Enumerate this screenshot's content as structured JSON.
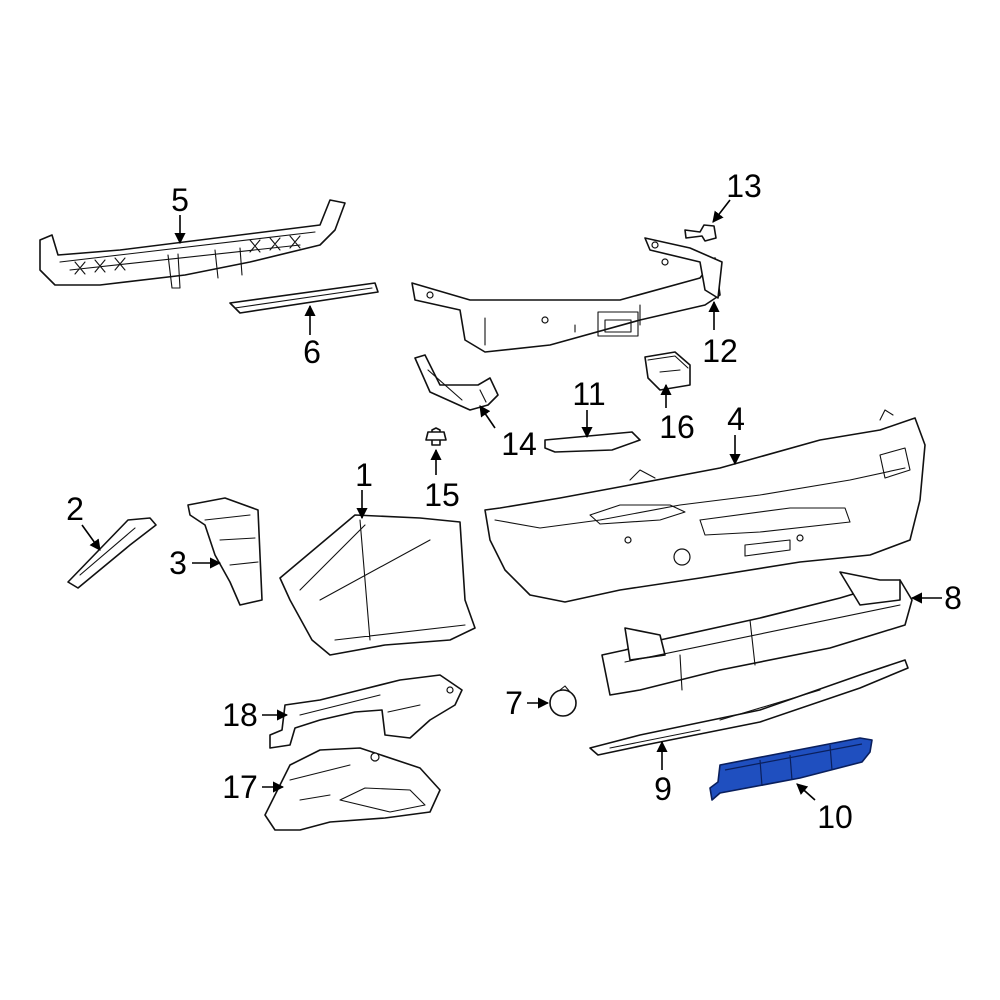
{
  "diagram": {
    "highlight_color": "#1f4fbf",
    "line_color": "#111111",
    "callouts": [
      {
        "id": "c1",
        "label": "1"
      },
      {
        "id": "c2",
        "label": "2"
      },
      {
        "id": "c3",
        "label": "3"
      },
      {
        "id": "c4",
        "label": "4"
      },
      {
        "id": "c5",
        "label": "5"
      },
      {
        "id": "c6",
        "label": "6"
      },
      {
        "id": "c7",
        "label": "7"
      },
      {
        "id": "c8",
        "label": "8"
      },
      {
        "id": "c9",
        "label": "9"
      },
      {
        "id": "c10",
        "label": "10"
      },
      {
        "id": "c11",
        "label": "11"
      },
      {
        "id": "c12",
        "label": "12"
      },
      {
        "id": "c13",
        "label": "13"
      },
      {
        "id": "c14",
        "label": "14"
      },
      {
        "id": "c15",
        "label": "15"
      },
      {
        "id": "c16",
        "label": "16"
      },
      {
        "id": "c17",
        "label": "17"
      },
      {
        "id": "c18",
        "label": "18"
      }
    ],
    "highlighted_part": "10"
  }
}
